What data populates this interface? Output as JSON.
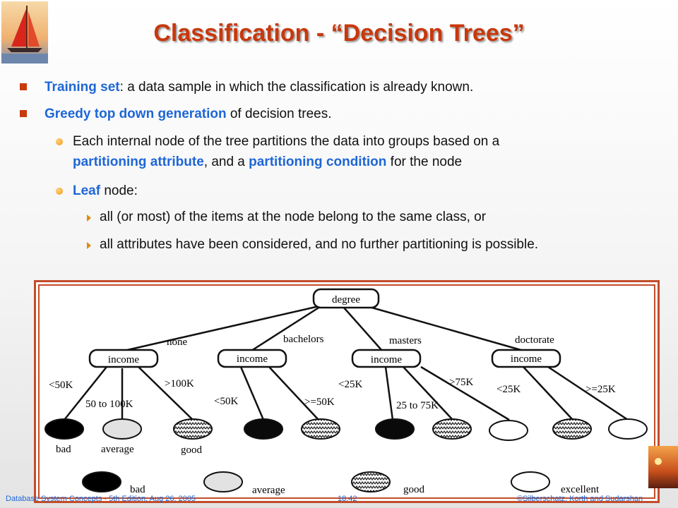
{
  "title": "Classification - “Decision Trees”",
  "bullets": {
    "b1": {
      "term": "Training set",
      "rest": ": a data sample in which the classification is already known."
    },
    "b2": {
      "term": "Greedy top down generation",
      "rest": " of decision trees."
    },
    "b3": {
      "part1": "Each internal node of the tree partitions the data into groups based on a",
      "term1": "partitioning attribute",
      "mid": ", and a ",
      "term2": "partitioning condition",
      "end": " for the node"
    },
    "b4": {
      "term": "Leaf",
      "rest": " node:"
    },
    "b5": "all (or most) of the items at the node belong to the same class, or",
    "b6": "all attributes have been considered, and no further partitioning is possible."
  },
  "tree": {
    "root": "degree",
    "branches": [
      "none",
      "bachelors",
      "masters",
      "doctorate"
    ],
    "income_label": "income",
    "none_conditions": [
      "<50K",
      "50 to 100K",
      ">100K"
    ],
    "bachelors_conditions": [
      "<50K",
      ">=50K"
    ],
    "masters_conditions": [
      "<25K",
      "25 to 75K",
      ">75K"
    ],
    "doctorate_conditions": [
      "<25K",
      ">=25K"
    ],
    "leaf_labels": [
      "bad",
      "average",
      "good"
    ],
    "legend": [
      "bad",
      "average",
      "good",
      "excellent"
    ]
  },
  "footer": {
    "left": "Database System Concepts - 5th Edition, Aug 26, 2005",
    "center": "18.42",
    "right": "©Silberschatz, Korth and Sudarshan"
  },
  "colors": {
    "title": "#c8380c",
    "highlight": "#1e66d6",
    "frame": "#c34c2a"
  }
}
